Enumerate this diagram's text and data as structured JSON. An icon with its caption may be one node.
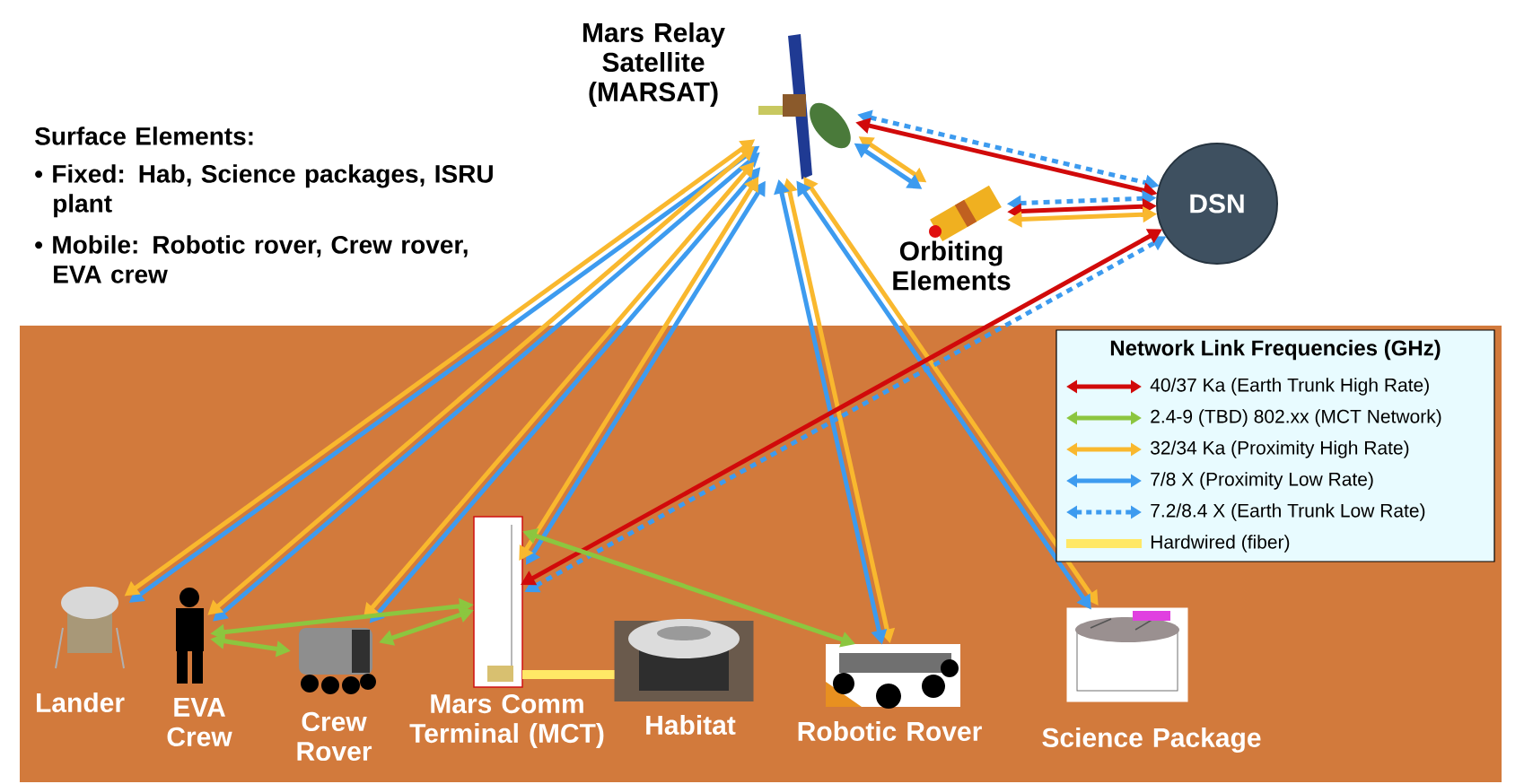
{
  "diagram": {
    "nodes": [
      {
        "text": [
          "Mars Relay Satellite (MARSAT)"
        ]
      },
      {
        "text": [
          "Orbiting Elements"
        ]
      },
      {
        "text": [
          "DSN"
        ]
      },
      {
        "text": [
          "Lander"
        ]
      },
      {
        "text": [
          "EVA Crew"
        ]
      },
      {
        "text": [
          "Crew Rover"
        ]
      },
      {
        "text": [
          "Mars Comm Terminal (MCT)"
        ]
      },
      {
        "text": [
          "Habitat"
        ]
      },
      {
        "text": [
          "Robotic Rover"
        ]
      },
      {
        "text": [
          "Science Package"
        ]
      }
    ],
    "edges": [
      {
        "from": 3,
        "to": 0,
        "arrow": "both",
        "color": "#3d9bef"
      },
      {
        "from": 3,
        "to": 0,
        "arrow": "both",
        "color": "#f9b82e"
      },
      {
        "from": 4,
        "to": 0,
        "arrow": "both",
        "color": "#3d9bef"
      },
      {
        "from": 4,
        "to": 0,
        "arrow": "both",
        "color": "#f9b82e"
      },
      {
        "from": 5,
        "to": 0,
        "arrow": "both",
        "color": "#3d9bef"
      },
      {
        "from": 5,
        "to": 0,
        "arrow": "both",
        "color": "#f9b82e"
      },
      {
        "from": 6,
        "to": 0,
        "arrow": "both",
        "color": "#3d9bef"
      },
      {
        "from": 6,
        "to": 0,
        "arrow": "both",
        "color": "#f9b82e"
      },
      {
        "from": 8,
        "to": 0,
        "arrow": "both",
        "color": "#f9b82e"
      },
      {
        "from": 8,
        "to": 0,
        "arrow": "both",
        "color": "#3d9bef"
      },
      {
        "from": 9,
        "to": 0,
        "arrow": "both",
        "color": "#f9b82e"
      },
      {
        "from": 9,
        "to": 0,
        "arrow": "both",
        "color": "#3d9bef"
      },
      {
        "from": 0,
        "to": 1,
        "arrow": "both",
        "color": "#f9b82e"
      },
      {
        "from": 0,
        "to": 1,
        "arrow": "both",
        "color": "#3d9bef"
      },
      {
        "from": 0,
        "to": 2,
        "arrow": "both",
        "color": "#3d9bef",
        "style": "dashed"
      },
      {
        "from": 0,
        "to": 2,
        "arrow": "both",
        "color": "#d10a0a"
      },
      {
        "from": 1,
        "to": 2,
        "arrow": "both",
        "color": "#3d9bef",
        "style": "dashed"
      },
      {
        "from": 1,
        "to": 2,
        "arrow": "both",
        "color": "#d10a0a"
      },
      {
        "from": 1,
        "to": 2,
        "arrow": "both",
        "color": "#f9b82e"
      },
      {
        "from": 6,
        "to": 2,
        "arrow": "both",
        "color": "#3d9bef",
        "style": "dashed"
      },
      {
        "from": 6,
        "to": 2,
        "arrow": "both",
        "color": "#d10a0a"
      },
      {
        "from": 4,
        "to": 6,
        "arrow": "both",
        "color": "#8cc63f"
      },
      {
        "from": 4,
        "to": 5,
        "arrow": "both",
        "color": "#8cc63f"
      },
      {
        "from": 5,
        "to": 6,
        "arrow": "both",
        "color": "#8cc63f"
      },
      {
        "from": 6,
        "to": 8,
        "arrow": "both",
        "color": "#8cc63f"
      },
      {
        "from": 6,
        "to": 7,
        "arrow": "none",
        "color": "#ffe866",
        "style": "thick"
      }
    ],
    "labels": [
      "Surface Elements:",
      "• Fixed: Hab, Science packages, ISRU plant",
      "• Mobile: Robotic rover, Crew rover, EVA crew",
      "Network Link Frequencies (GHz)"
    ],
    "legend": [
      {
        "text": "40/37 Ka (Earth Trunk High Rate)"
      },
      {
        "text": "2.4-9 (TBD) 802.xx (MCT Network)"
      },
      {
        "text": "32/34 Ka (Proximity High Rate)"
      },
      {
        "text": "7/8 X (Proximity Low Rate)"
      },
      {
        "text": "7.2/8.4 X (Earth Trunk Low Rate)"
      },
      {
        "text": "Hardwired (fiber)"
      }
    ]
  }
}
